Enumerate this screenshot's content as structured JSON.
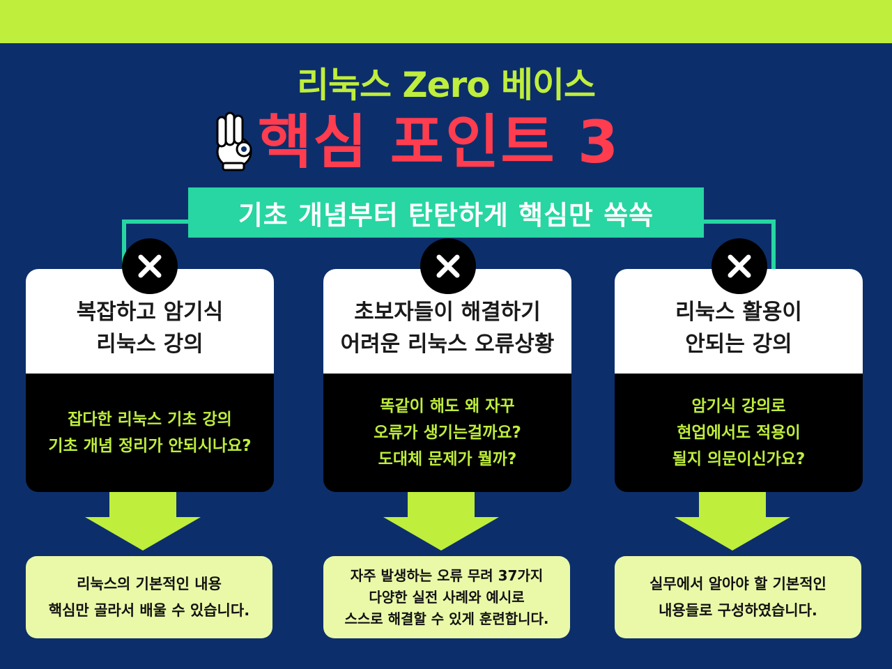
{
  "header": {
    "title_line1": "리눅스 Zero 베이스",
    "title_line2": "핵심 포인트 3",
    "subtitle": "기초 개념부터 탄탄하게 핵심만 쏙쏙"
  },
  "colors": {
    "background": "#0c2f6b",
    "lime": "#bfee3c",
    "teal": "#27d6a2",
    "red": "#ff3d4f",
    "result_bg": "#eaf9a8"
  },
  "icons": {
    "hand": "ok-hand-icon",
    "cross": "x-icon",
    "arrow": "down-arrow-icon"
  },
  "points": [
    {
      "heading": "복잡하고 암기식\n리눅스 강의",
      "question": "잡다한 리눅스 기초 강의\n기초 개념 정리가 안되시나요?",
      "result": "리눅스의 기본적인 내용\n핵심만 골라서 배울 수 있습니다."
    },
    {
      "heading": "초보자들이 해결하기\n어려운 리눅스 오류상황",
      "question": "똑같이 해도 왜 자꾸\n오류가 생기는걸까요?\n도대체 문제가 뭘까?",
      "result": "자주 발생하는 오류 무려 37가지\n다양한 실전 사례와 예시로\n스스로 해결할 수 있게 훈련합니다."
    },
    {
      "heading": "리눅스 활용이\n안되는 강의",
      "question": "암기식 강의로\n현업에서도 적용이\n될지 의문이신가요?",
      "result": "실무에서 알아야 할 기본적인\n내용들로 구성하였습니다."
    }
  ]
}
